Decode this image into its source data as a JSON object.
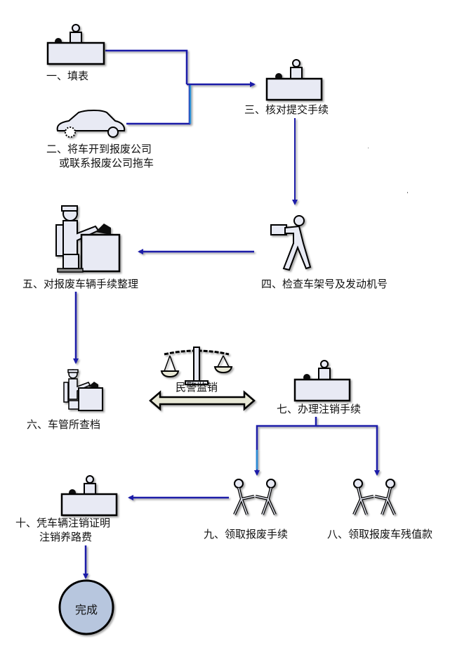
{
  "title": "报废车辆办理流程",
  "colors": {
    "line_dark": "#1a1aa8",
    "line_light": "#2a8ed6",
    "icon_fill": "#e8eaf4",
    "icon_stroke": "#000000",
    "done_fill": "#b7c6de",
    "arrow_band_fill": "#e8e8d6"
  },
  "steps": [
    {
      "id": "step1",
      "icon": "desk-clerk-icon",
      "label": "一、填表"
    },
    {
      "id": "step2",
      "icon": "car-icon",
      "label_line1": "二、将车开到报废公司",
      "label_line2": "或联系报废公司拖车"
    },
    {
      "id": "step3",
      "icon": "desk-clerk-icon",
      "label": "三、核对提交手续"
    },
    {
      "id": "step4",
      "icon": "walking-person-icon",
      "label": "四、检查车架号及发动机号"
    },
    {
      "id": "step5",
      "icon": "computer-worker-icon",
      "label": "五、对报废车辆手续整理"
    },
    {
      "id": "step6",
      "icon": "computer-worker-icon",
      "label": "六、车管所查档"
    },
    {
      "id": "step7",
      "icon": "desk-clerk-icon",
      "label": "七、办理注销手续"
    },
    {
      "id": "step8",
      "icon": "handshake-icon",
      "label": "八、领取报废车残值款"
    },
    {
      "id": "step9",
      "icon": "handshake-icon",
      "label": "九、领取报废手续"
    },
    {
      "id": "step10",
      "icon": "desk-clerk-icon",
      "label_line1": "十、凭车辆注销证明",
      "label_line2": "注销养路费"
    }
  ],
  "supervision": {
    "icon": "scales-icon",
    "label": "民警监销"
  },
  "end": {
    "label": "完成"
  }
}
